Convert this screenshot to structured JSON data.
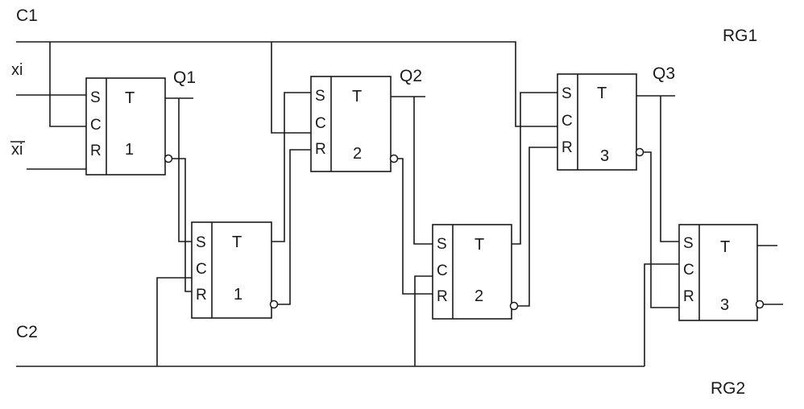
{
  "signals": {
    "c1": "C1",
    "c2": "C2",
    "rg1": "RG1",
    "rg2": "RG2",
    "xi": "xi",
    "xi_bar": "xi",
    "q1": "Q1",
    "q2": "Q2",
    "q3": "Q3"
  },
  "pins": {
    "s": "S",
    "c": "C",
    "r": "R"
  },
  "flipflops": [
    {
      "id": "ff-top-1",
      "type": "T",
      "index": "1"
    },
    {
      "id": "ff-top-2",
      "type": "T",
      "index": "2"
    },
    {
      "id": "ff-top-3",
      "type": "T",
      "index": "3"
    },
    {
      "id": "ff-bottom-1",
      "type": "T",
      "index": "1"
    },
    {
      "id": "ff-bottom-2",
      "type": "T",
      "index": "2"
    },
    {
      "id": "ff-bottom-3",
      "type": "T",
      "index": "3"
    }
  ]
}
